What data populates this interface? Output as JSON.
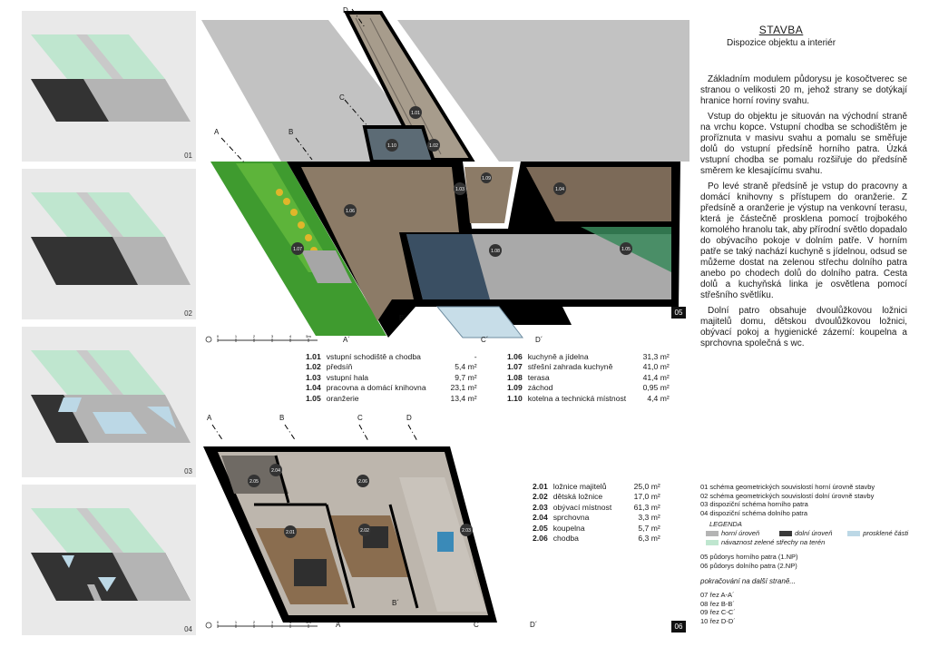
{
  "title": "STAVBA",
  "subtitle": "Dispozice objektu a interiér",
  "paragraphs": [
    "Základním modulem půdorysu je kosočtverec se stranou o velikosti 20 m, jehož strany se dotýkají hranice horní roviny svahu.",
    "Vstup do objektu je situován na východní straně na vrchu kopce. Vstupní chodba se schodištěm je proříznuta v masivu svahu a pomalu se směřuje dolů do vstupní předsíně horního patra. Úzká vstupní chodba se pomalu rozšiřuje do předsíně směrem ke klesajícímu svahu.",
    "Po levé straně předsíně je vstup do pracovny a domácí knihovny s přístupem do oranžerie. Z předsíně a oranžerie je výstup na venkovní terasu, která je částečně prosklena pomocí trojbokého komolého hranolu tak, aby přírodní světlo dopadalo do obývacího pokoje v dolním patře. V horním patře se taký nachází kuchyně s jídelnou, odsud se můžeme dostat na zelenou střechu dolního patra anebo po chodech dolů do dolního patra. Cesta dolů a kuchyňská linka je osvětlena pomocí střešního světlíku.",
    "Dolní patro obsahuje dvoulůžkovou ložnici majitelů domu, dětskou dvoulůžkovou ložnici, obývací pokoj a hygienické zázemí: koupelna a sprchovna společná s wc."
  ],
  "panels": [
    "01",
    "02",
    "03",
    "04"
  ],
  "sheets": {
    "upper": "05",
    "lower": "06"
  },
  "section_marks": {
    "a": "A",
    "b": "B",
    "c": "C",
    "d": "D",
    "a2": "A´",
    "b2": "B´",
    "c2": "C´",
    "d2": "D´"
  },
  "scale_ticks": [
    "0",
    "1",
    "2",
    "3",
    "4",
    "5m"
  ],
  "upper_rooms_left": [
    {
      "code": "1.01",
      "name": "vstupní schodiště a chodba",
      "area": "-"
    },
    {
      "code": "1.02",
      "name": "předsíň",
      "area": "5,4 m²"
    },
    {
      "code": "1.03",
      "name": "vstupní hala",
      "area": "9,7 m²"
    },
    {
      "code": "1.04",
      "name": "pracovna a domácí knihovna",
      "area": "23,1 m²"
    },
    {
      "code": "1.05",
      "name": "oranžerie",
      "area": "13,4 m²"
    }
  ],
  "upper_rooms_right": [
    {
      "code": "1.06",
      "name": "kuchyně a jídelna",
      "area": "31,3 m²"
    },
    {
      "code": "1.07",
      "name": "střešní zahrada kuchyně",
      "area": "41,0 m²"
    },
    {
      "code": "1.08",
      "name": "terasa",
      "area": "41,4 m²"
    },
    {
      "code": "1.09",
      "name": "záchod",
      "area": "0,95 m²"
    },
    {
      "code": "1.10",
      "name": "kotelna a technická místnost",
      "area": "4,4 m²"
    }
  ],
  "lower_rooms": [
    {
      "code": "2.01",
      "name": "ložnice majitelů",
      "area": "25,0 m²"
    },
    {
      "code": "2.02",
      "name": "dětská ložnice",
      "area": "17,0 m²"
    },
    {
      "code": "2.03",
      "name": "obývací místnost",
      "area": "61,3 m²"
    },
    {
      "code": "2.04",
      "name": "sprchovna",
      "area": "3,3 m²"
    },
    {
      "code": "2.05",
      "name": "koupelna",
      "area": "5,7 m²"
    },
    {
      "code": "2.06",
      "name": "chodba",
      "area": "6,3 m²"
    }
  ],
  "upper_labels": [
    "1.01",
    "1.02",
    "1.03",
    "1.04",
    "1.05",
    "1.06",
    "1.07",
    "1.08",
    "1.09",
    "1.10"
  ],
  "lower_labels": [
    "2.01",
    "2.02",
    "2.03",
    "2.04",
    "2.05",
    "2.06"
  ],
  "schemes": [
    "01 schéma geometrických souvislostí horní úrovně stavby",
    "02 schéma geometrických souvislostí dolní úrovně stavby",
    "03 dispoziční schéma horního patra",
    "04 dispoziční schéma dolního patra"
  ],
  "legend": {
    "heading": "LEGENDA",
    "items": [
      {
        "label": "horní úroveň",
        "color": "#b4b4b4"
      },
      {
        "label": "dolní úroveň",
        "color": "#3a3a3a"
      },
      {
        "label": "prosklené části",
        "color": "#bcd8e6"
      },
      {
        "label": "návaznost zelené střechy na terén",
        "color": "#bfe6cf"
      }
    ]
  },
  "plans": [
    "05 půdorys horního patra (1.NP)",
    "06 půdorys dolního patra (2.NP)"
  ],
  "continue": "pokračování na další straně...",
  "sections": [
    "07 řez A-A´",
    "08 řez B-B´",
    "09 řez C-C´",
    "10 řez D-D´"
  ],
  "colors": {
    "green_roof": "#bfe6cf",
    "upper_level": "#b4b4b4",
    "lower_level": "#3a3a3a",
    "glass": "#bcd8e6",
    "wall": "#000000",
    "floor": "#8a7a68",
    "garden": "#3f9b2f"
  }
}
